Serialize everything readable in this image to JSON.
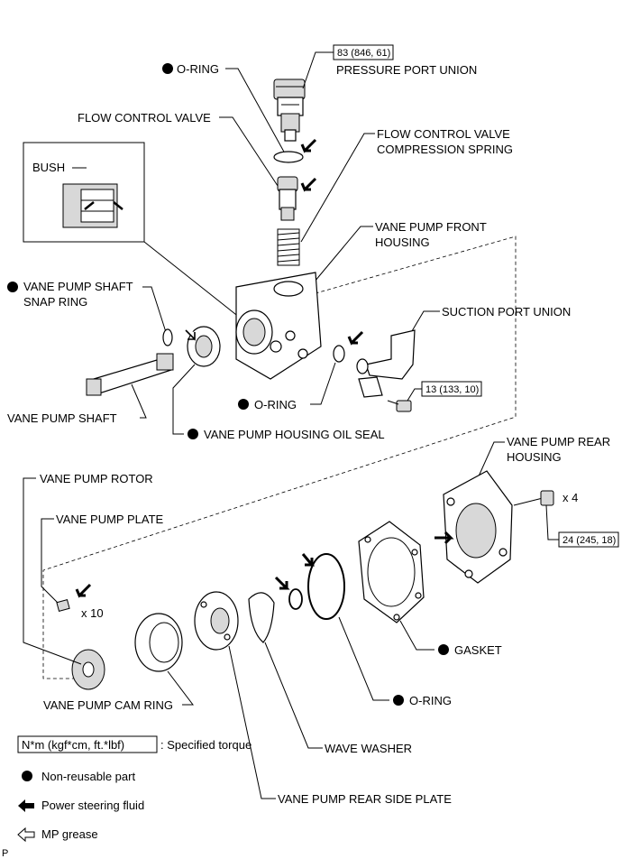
{
  "labels": {
    "pressure_port_union": "PRESSURE PORT UNION",
    "o_ring_top": "O-RING",
    "flow_control_valve": "FLOW CONTROL VALVE",
    "fcv_spring_1": "FLOW CONTROL VALVE",
    "fcv_spring_2": "COMPRESSION SPRING",
    "bush": "BUSH",
    "front_housing_1": "VANE PUMP FRONT",
    "front_housing_2": "HOUSING",
    "shaft_snap_ring_1": "VANE PUMP SHAFT",
    "shaft_snap_ring_2": "SNAP RING",
    "suction_port_union": "SUCTION PORT UNION",
    "o_ring_mid": "O-RING",
    "vane_pump_shaft": "VANE PUMP SHAFT",
    "housing_oil_seal": "VANE PUMP HOUSING OIL SEAL",
    "rear_housing_1": "VANE PUMP REAR",
    "rear_housing_2": "HOUSING",
    "vane_pump_rotor": "VANE PUMP ROTOR",
    "vane_pump_plate": "VANE PUMP PLATE",
    "qty_x4": "x 4",
    "qty_x10": "x 10",
    "gasket": "GASKET",
    "cam_ring": "VANE PUMP CAM RING",
    "o_ring_bottom": "O-RING",
    "wave_washer": "WAVE WASHER",
    "rear_side_plate": "VANE PUMP REAR SIDE PLATE",
    "corner_mark": "P"
  },
  "torques": {
    "pressure_port_union": "83 (846, 61)",
    "suction_bolt": "13 (133, 10)",
    "rear_housing_bolt": "24 (245, 18)"
  },
  "legend": {
    "torque_box": "N*m (kgf*cm, ft.*lbf)",
    "torque_text": ": Specified torque",
    "non_reusable": "Non-reusable part",
    "fluid": "Power steering fluid",
    "grease": "MP grease"
  }
}
